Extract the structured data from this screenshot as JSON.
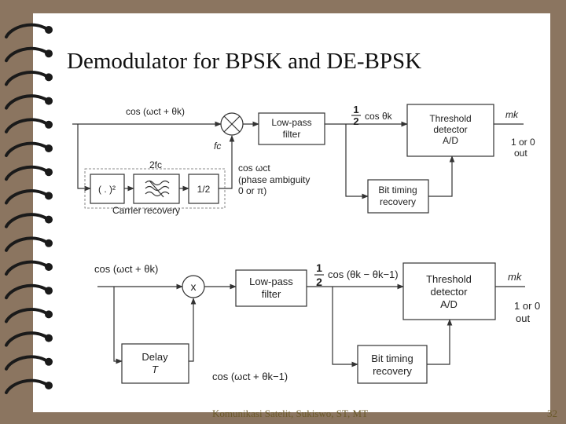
{
  "slide": {
    "title": "Demodulator for BPSK and DE-BPSK",
    "footer": "Komunikasi Satelit, Sukiswo, ST, MT",
    "page_number": "32"
  },
  "diagram_top": {
    "input_label": "cos (ωct + θk)",
    "mixer_symbol": "⊗",
    "fc_label": "fc",
    "lpf_line1": "Low-pass",
    "lpf_line2": "filter",
    "half_num": "1",
    "half_den": "2",
    "half_text": "cos θk",
    "threshold_line1": "Threshold",
    "threshold_line2": "detector",
    "threshold_line3": "A/D",
    "mk_label": "mk",
    "output_line1": "1 or 0",
    "output_line2": "out",
    "bit_timing_line1": "Bit timing",
    "bit_timing_line2": "recovery",
    "square_label": "( . )²",
    "twofc_label": "2fc",
    "divider_label": "1/2",
    "carrier_recovery_label": "Carrier recovery",
    "cos_wct_label": "cos ωct",
    "phase_line1": "(phase ambiguity",
    "phase_line2": "0 or π)"
  },
  "diagram_bottom": {
    "input_label": "cos (ωct + θk)",
    "mixer_symbol": "x",
    "lpf_line1": "Low-pass",
    "lpf_line2": "filter",
    "half_num": "1",
    "half_den": "2",
    "half_text": "cos (θk − θk−1)",
    "threshold_line1": "Threshold",
    "threshold_line2": "detector",
    "threshold_line3": "A/D",
    "mk_label": "mk",
    "output_line1": "1 or 0",
    "output_line2": "out",
    "bit_timing_line1": "Bit timing",
    "bit_timing_line2": "recovery",
    "delay_line1": "Delay",
    "delay_line2": "T",
    "delayed_label": "cos (ωct + θk−1)"
  },
  "colors": {
    "background": "#8b7560",
    "page": "#ffffff",
    "footer_text": "#6b5a2a",
    "spiral": "#1a1a1a"
  },
  "icons": [
    "spiral-binding-icon",
    "mixer-icon",
    "filter-icon"
  ]
}
